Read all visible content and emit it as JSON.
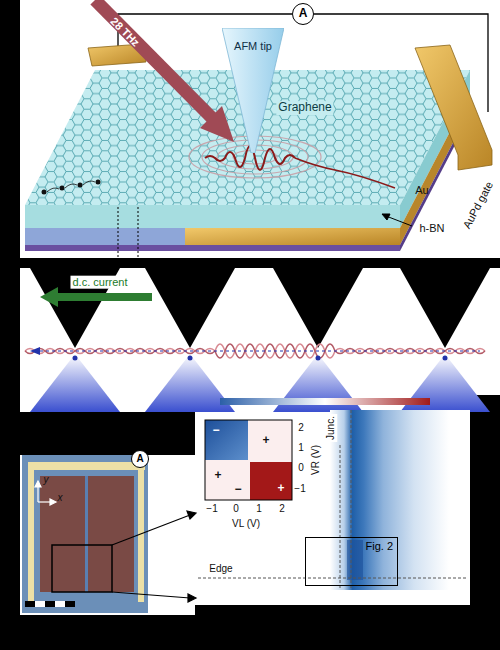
{
  "diagram": {
    "nodes": [
      {
        "text": [
          "A"
        ]
      },
      {
        "text": [
          "AFM tip"
        ]
      },
      {
        "text": [
          "A"
        ]
      },
      {
        "text": [
          "Fig. 2"
        ]
      }
    ],
    "labels": [
      "28 THz",
      "Graphene",
      "Au",
      "h-BN",
      "AuPd gate",
      "d.c. current",
      "y",
      "x",
      "VR (V)",
      "2",
      "1",
      "0",
      "−1",
      "VL (V)",
      "−1",
      "0",
      "1",
      "2",
      "−",
      "+",
      "+",
      "−",
      "+",
      "Junc.",
      "Edge"
    ]
  }
}
